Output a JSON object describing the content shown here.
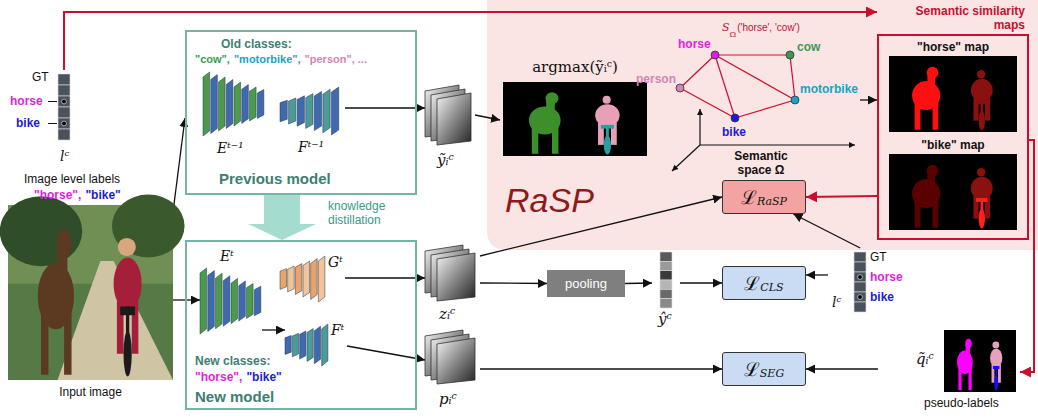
{
  "diagram": {
    "nodes": [
      {
        "text": [
          "GT",
          "horse",
          "bike",
          "lᶜ"
        ]
      },
      {
        "text": [
          "Input image"
        ]
      },
      {
        "text": [
          "Old classes:",
          "\"cow\",",
          "\"motorbike\",",
          "\"person\", ...",
          "Previous model"
        ]
      },
      {
        "text": [
          "Eᵗ⁻¹"
        ],
        "in": 2
      },
      {
        "text": [
          "Fᵗ⁻¹"
        ],
        "in": 2
      },
      {
        "text": [
          "New classes:",
          "\"horse\",",
          "\"bike\"",
          "New model"
        ]
      },
      {
        "text": [
          "Eᵗ"
        ],
        "in": 5
      },
      {
        "text": [
          "Gᵗ"
        ],
        "in": 5
      },
      {
        "text": [
          "Fᵗ"
        ],
        "in": 5
      },
      {
        "text": [
          "ỹᵢᶜ"
        ]
      },
      {
        "text": [
          "zᵢᶜ"
        ]
      },
      {
        "text": [
          "pᵢᶜ"
        ]
      },
      {
        "text": [
          "RaSP"
        ]
      },
      {
        "text": [
          "argmax(ỹᵢᶜ)"
        ],
        "in": 12
      },
      {
        "text": [
          "Semantic space Ω"
        ],
        "in": 12
      },
      {
        "text": [
          "Semantic similarity maps"
        ],
        "in": 12
      },
      {
        "text": [
          "\"horse\" map"
        ],
        "in": 15
      },
      {
        "text": [
          "\"bike\" map"
        ],
        "in": 15
      },
      {
        "text": [
          "ℒ",
          "RaSP"
        ],
        "in": 12
      },
      {
        "text": [
          "pooling"
        ]
      },
      {
        "text": [
          "ŷᶜ"
        ]
      },
      {
        "text": [
          "ℒ",
          "CLS"
        ]
      },
      {
        "text": [
          "ℒ",
          "SEG"
        ]
      },
      {
        "text": [
          "GT",
          "horse",
          "bike",
          "lᶜ"
        ]
      },
      {
        "text": [
          "q̃ᵢᶜ",
          "pseudo-labels"
        ]
      }
    ],
    "edges": [
      {
        "from": 0,
        "to": 15,
        "arrow": "to"
      },
      {
        "from": 1,
        "to": 2,
        "arrow": "to"
      },
      {
        "from": 1,
        "to": 6,
        "arrow": "to"
      },
      {
        "from": 6,
        "to": 8,
        "arrow": "to"
      },
      {
        "from": 2,
        "to": 5,
        "label": "knowledge distillation",
        "arrow": "to"
      },
      {
        "from": 4,
        "to": 9,
        "arrow": "to"
      },
      {
        "from": 7,
        "to": 10,
        "arrow": "to"
      },
      {
        "from": 8,
        "to": 11,
        "arrow": "to"
      },
      {
        "from": 9,
        "to": 13,
        "arrow": "to"
      },
      {
        "from": 14,
        "to": 15,
        "arrow": "to"
      },
      {
        "from": 10,
        "to": 18,
        "arrow": "to"
      },
      {
        "from": 10,
        "to": 19,
        "arrow": "to"
      },
      {
        "from": 19,
        "to": 20,
        "arrow": "to"
      },
      {
        "from": 20,
        "to": 21,
        "arrow": "to"
      },
      {
        "from": 23,
        "to": 21,
        "arrow": "to"
      },
      {
        "from": 23,
        "to": 18,
        "arrow": "to"
      },
      {
        "from": 15,
        "to": 18,
        "arrow": "to"
      },
      {
        "from": 15,
        "to": 24,
        "arrow": "to"
      },
      {
        "from": 11,
        "to": 22,
        "arrow": "to"
      },
      {
        "from": 24,
        "to": 22,
        "arrow": "to"
      }
    ],
    "labels": [
      "Image level labels",
      "\"horse\",",
      "\"bike\"",
      "horse",
      "cow",
      "person",
      "motorbike",
      "bike",
      "S",
      "Ω",
      "('horse', 'cow')"
    ]
  }
}
